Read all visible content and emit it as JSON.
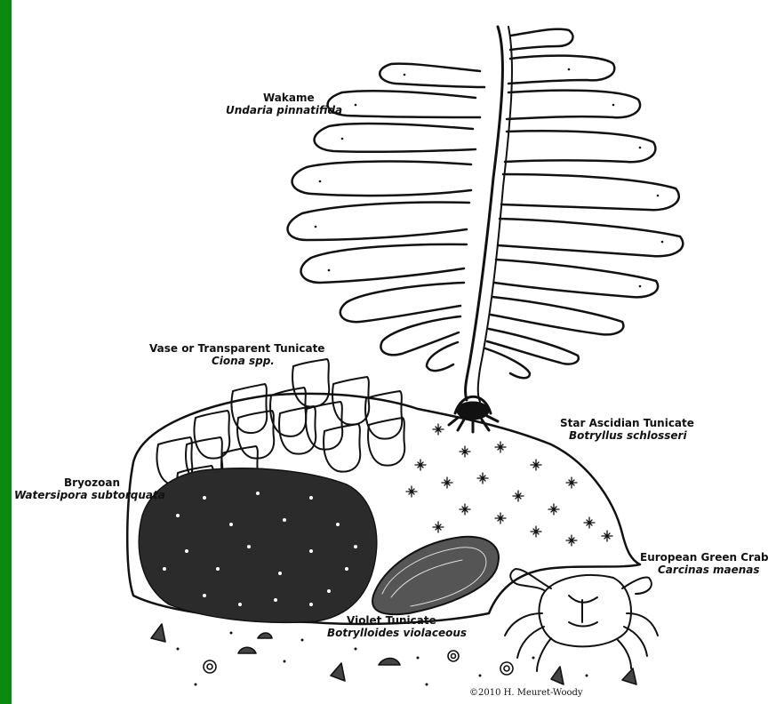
{
  "colors": {
    "left_bar": "#0b8a10",
    "ink": "#111111",
    "paper": "#ffffff"
  },
  "labels": {
    "wakame": {
      "common": "Wakame",
      "scientific": "Undaria pinnatifida"
    },
    "vase_tunicate": {
      "common": "Vase or Transparent Tunicate",
      "scientific": "Ciona spp."
    },
    "star_ascidian": {
      "common": "Star Ascidian Tunicate",
      "scientific": "Botryllus schlosseri"
    },
    "bryozoan": {
      "common": "Bryozoan",
      "scientific": "Watersipora subtorquata"
    },
    "european_green_crab": {
      "common": "European Green Crab",
      "scientific": "Carcinas maenas"
    },
    "violet_tunicate": {
      "common": "Violet Tunicate",
      "scientific": "Botrylloides violaceous"
    }
  },
  "credit": "©2010 H. Meuret-Woody"
}
